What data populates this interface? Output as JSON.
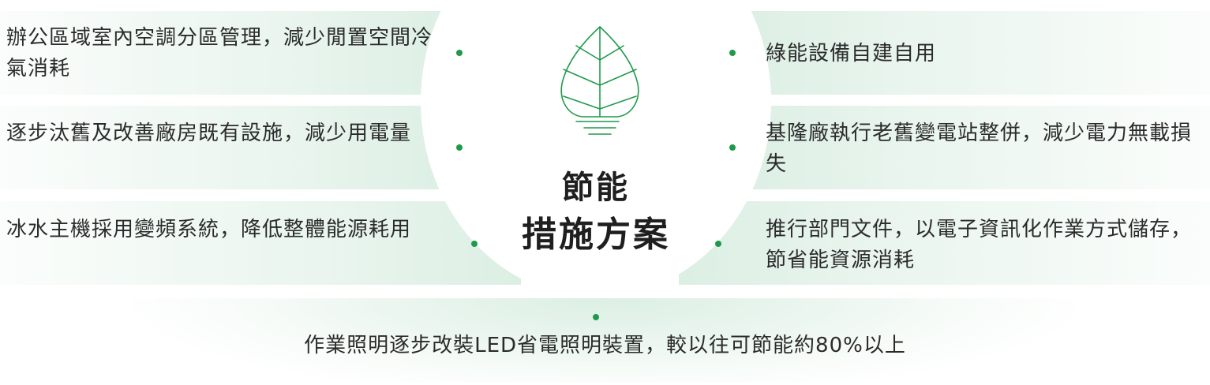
{
  "title": {
    "line1": "節能",
    "line2": "措施方案"
  },
  "left_items": [
    "辦公區域室內空調分區管理，減少閒置空間冷氣消耗",
    "逐步汰舊及改善廠房既有設施，減少用電量",
    "冰水主機採用變頻系統，降低整體能源耗用"
  ],
  "right_items": [
    "綠能設備自建自用",
    "基隆廠執行老舊變電站整併，減少電力無載損失",
    "推行部門文件，以電子資訊化作業方式儲存，節省能資源消耗"
  ],
  "bottom_item": "作業照明逐步改裝LED省電照明裝置，較以往可節能約80%以上",
  "icon": "leaf-lightbulb-icon",
  "colors": {
    "accent": "#1f9a4b",
    "band": "#dcefe3",
    "text": "#2b2b2b"
  }
}
